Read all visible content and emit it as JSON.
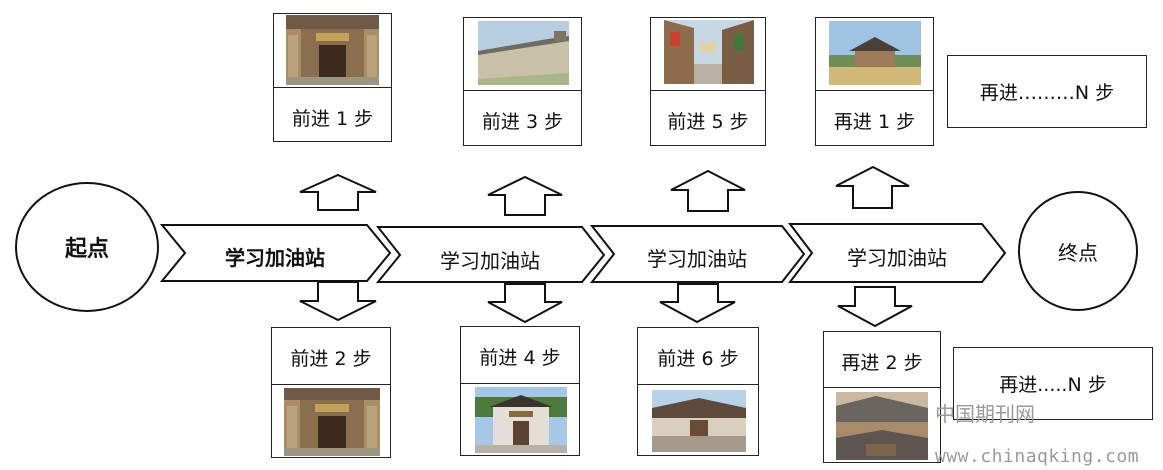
{
  "start_node": {
    "label": "起点"
  },
  "end_node": {
    "label": "终点"
  },
  "stations": [
    {
      "label": "学习加油站"
    },
    {
      "label": "学习加油站"
    },
    {
      "label": "学习加油站"
    },
    {
      "label": "学习加油站"
    }
  ],
  "top_cards": [
    {
      "label": "前进 1 步"
    },
    {
      "label": "前进 3 步"
    },
    {
      "label": "前进 5 步"
    },
    {
      "label": "再进 1 步"
    }
  ],
  "bottom_cards": [
    {
      "label": "前进 2 步"
    },
    {
      "label": "前进 4 步"
    },
    {
      "label": "前进 6 步"
    },
    {
      "label": "再进 2 步"
    }
  ],
  "top_extra": {
    "label": "再进………N 步"
  },
  "bottom_extra": {
    "label": "再进.....N 步"
  },
  "watermark": {
    "cn": "中国期刊网",
    "url": "www.chinaqking.com"
  }
}
